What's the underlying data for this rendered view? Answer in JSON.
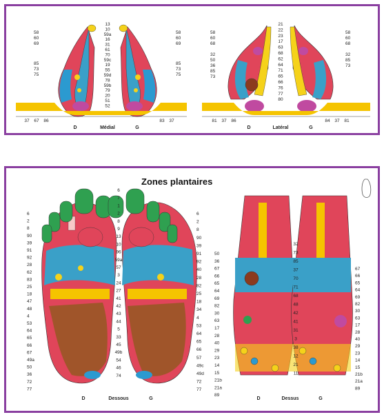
{
  "top_panel": {
    "medial": {
      "caption_d": "D",
      "caption_mid": "Médial",
      "caption_g": "G",
      "center_labels": [
        "13",
        "10",
        "59a",
        "16",
        "31",
        "61",
        "70",
        "59c",
        "19",
        "55",
        "59d",
        "78",
        "59b",
        "79",
        "20",
        "51",
        "52"
      ],
      "left_labels": [
        "58",
        "60",
        "69",
        "85",
        "73",
        "75"
      ],
      "right_labels": [
        "58",
        "60",
        "69",
        "85",
        "73",
        "75"
      ],
      "bottom_left": [
        "37",
        "67",
        "86"
      ],
      "bottom_right": [
        "83",
        "37"
      ]
    },
    "lateral": {
      "caption_d": "D",
      "caption_mid": "Latéral",
      "caption_g": "G",
      "center_labels": [
        "21",
        "22",
        "23",
        "17",
        "63",
        "68",
        "62",
        "64",
        "71",
        "65",
        "66",
        "76",
        "77",
        "80"
      ],
      "left_labels": [
        "58",
        "60",
        "68",
        "32",
        "50",
        "36",
        "85",
        "73"
      ],
      "right_labels": [
        "58",
        "60",
        "68",
        "32",
        "85",
        "73"
      ],
      "bottom_left": [
        "81",
        "37",
        "86"
      ],
      "bottom_right": [
        "84",
        "37",
        "81"
      ]
    }
  },
  "bottom_panel": {
    "title": "Zones plantaires",
    "plantar": {
      "caption_d": "D",
      "caption_mid": "Dessous",
      "caption_g": "G",
      "center_labels": [
        "6",
        "7",
        "1",
        "2",
        "8",
        "9",
        "13",
        "10",
        "96",
        "59a",
        "57",
        "3",
        "24",
        "27",
        "41",
        "42",
        "43",
        "44",
        "5",
        "33",
        "45",
        "49b",
        "54",
        "46",
        "74"
      ],
      "left_labels": [
        "6",
        "2",
        "8",
        "90",
        "39",
        "91",
        "92",
        "28",
        "62",
        "83",
        "25",
        "18",
        "47",
        "48",
        "4",
        "53",
        "64",
        "65",
        "66",
        "67",
        "49a",
        "50",
        "36",
        "72",
        "77"
      ],
      "right_labels": [
        "6",
        "2",
        "8",
        "90",
        "39",
        "91",
        "92",
        "40",
        "28",
        "82",
        "25",
        "18",
        "34",
        "4",
        "53",
        "64",
        "65",
        "66",
        "57",
        "49c",
        "49d",
        "72",
        "77"
      ]
    },
    "dorsal": {
      "caption_d": "D",
      "caption_mid": "Dessus",
      "caption_g": "G",
      "center_labels": [
        "32",
        "73",
        "85",
        "37",
        "70",
        "71",
        "68",
        "48",
        "42",
        "41",
        "31",
        "3",
        "38",
        "12",
        "21",
        "11"
      ],
      "left_labels": [
        "50",
        "36",
        "67",
        "66",
        "65",
        "64",
        "69",
        "82",
        "30",
        "63",
        "17",
        "28",
        "40",
        "29",
        "23",
        "14",
        "15",
        "21b",
        "21a",
        "89"
      ],
      "right_labels": [
        "67",
        "66",
        "65",
        "64",
        "69",
        "82",
        "30",
        "63",
        "17",
        "28",
        "40",
        "29",
        "23",
        "14",
        "15",
        "21b",
        "21a",
        "89"
      ]
    }
  }
}
